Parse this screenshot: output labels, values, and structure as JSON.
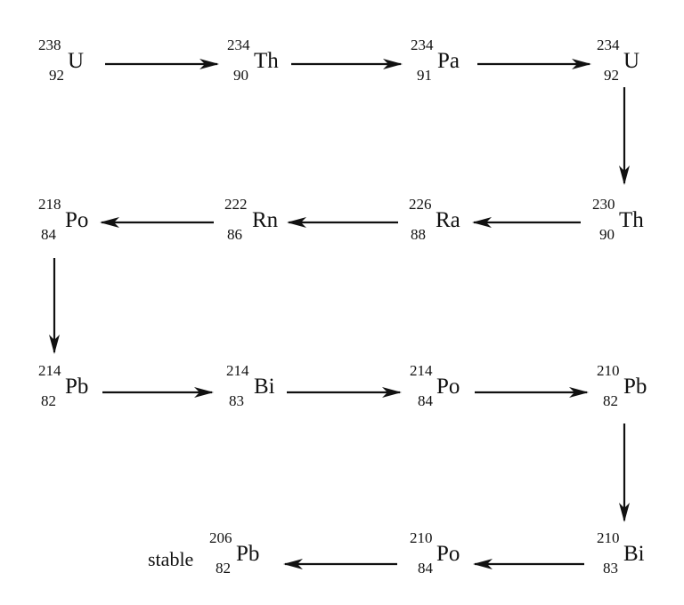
{
  "diagram": {
    "stable_label": "stable",
    "nuclides": [
      {
        "id": "u238",
        "mass": "238",
        "atomic": "92",
        "symbol": "U"
      },
      {
        "id": "th234",
        "mass": "234",
        "atomic": "90",
        "symbol": "Th"
      },
      {
        "id": "pa234",
        "mass": "234",
        "atomic": "91",
        "symbol": "Pa"
      },
      {
        "id": "u234",
        "mass": "234",
        "atomic": "92",
        "symbol": "U"
      },
      {
        "id": "th230",
        "mass": "230",
        "atomic": "90",
        "symbol": "Th"
      },
      {
        "id": "ra226",
        "mass": "226",
        "atomic": "88",
        "symbol": "Ra"
      },
      {
        "id": "rn222",
        "mass": "222",
        "atomic": "86",
        "symbol": "Rn"
      },
      {
        "id": "po218",
        "mass": "218",
        "atomic": "84",
        "symbol": "Po"
      },
      {
        "id": "pb214",
        "mass": "214",
        "atomic": "82",
        "symbol": "Pb"
      },
      {
        "id": "bi214",
        "mass": "214",
        "atomic": "83",
        "symbol": "Bi"
      },
      {
        "id": "po214",
        "mass": "214",
        "atomic": "84",
        "symbol": "Po"
      },
      {
        "id": "pb210",
        "mass": "210",
        "atomic": "82",
        "symbol": "Pb"
      },
      {
        "id": "bi210",
        "mass": "210",
        "atomic": "83",
        "symbol": "Bi"
      },
      {
        "id": "po210",
        "mass": "210",
        "atomic": "84",
        "symbol": "Po"
      },
      {
        "id": "pb206",
        "mass": "206",
        "atomic": "82",
        "symbol": "Pb"
      }
    ],
    "decays": [
      [
        "u238",
        "th234"
      ],
      [
        "th234",
        "pa234"
      ],
      [
        "pa234",
        "u234"
      ],
      [
        "u234",
        "th230"
      ],
      [
        "th230",
        "ra226"
      ],
      [
        "ra226",
        "rn222"
      ],
      [
        "rn222",
        "po218"
      ],
      [
        "po218",
        "pb214"
      ],
      [
        "pb214",
        "bi214"
      ],
      [
        "bi214",
        "po214"
      ],
      [
        "po214",
        "pb210"
      ],
      [
        "pb210",
        "bi210"
      ],
      [
        "bi210",
        "po210"
      ],
      [
        "po210",
        "pb206"
      ]
    ]
  }
}
